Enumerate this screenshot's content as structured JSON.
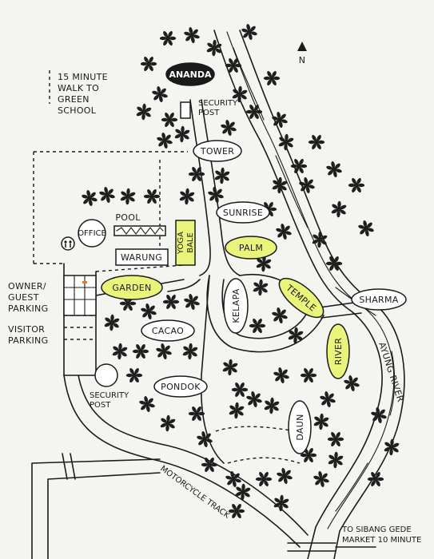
{
  "north": "N",
  "notes": {
    "green_school": [
      "15 MINUTE",
      "WALK TO",
      "GREEN",
      "SCHOOL"
    ],
    "owner_parking": [
      "OWNER/",
      "GUEST",
      "PARKING"
    ],
    "visitor_parking": [
      "VISITOR",
      "PARKING"
    ],
    "security_post_top": [
      "SECURITY",
      "POST"
    ],
    "security_post_bottom": [
      "SECURITY",
      "POST"
    ],
    "sibang": [
      "TO SIBANG GEDE",
      "MARKET 10 MINUTE"
    ],
    "motorcycle_track": "MOTORCYCLE TRACK",
    "river": "AYUNG RIVER"
  },
  "places": {
    "ananda": "ANANDA",
    "tower": "TOWER",
    "sunrise": "SUNRISE",
    "palm": "PALM",
    "pool": "POOL",
    "office": "OFFICE",
    "warung": "WARUNG",
    "yoga_bale": [
      "YOGA",
      "BALE"
    ],
    "garden": "GARDEN",
    "kelapa": "KELAPA",
    "temple": "TEMPLE",
    "sharma": "SHARMA",
    "cacao": "CACAO",
    "river_villa": "RIVER",
    "pondok": "PONDOK",
    "daun": "DAUN"
  },
  "colors": {
    "highlight": "#eaf37a",
    "ink": "#1b1b1b",
    "paper": "#f4f4f1"
  }
}
